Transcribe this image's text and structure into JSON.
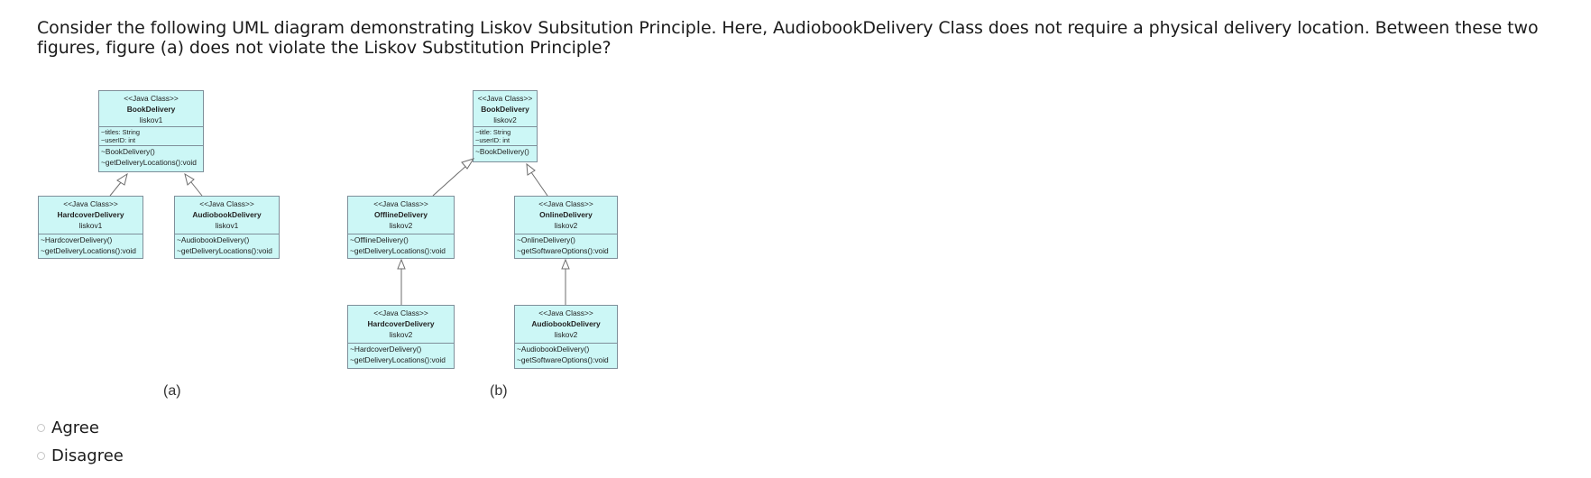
{
  "question": "Consider the following UML diagram demonstrating Liskov Subsitution Principle. Here, AudiobookDelivery Class does not require a physical delivery location. Between these two figures, figure (a) does not violate the Liskov Substitution Principle?",
  "figures": {
    "a": {
      "label": "(a)",
      "book": {
        "stereotype": "<<Java Class>>",
        "name": "BookDelivery",
        "package": "liskov1",
        "attributes": [
          "~titles: String",
          "~userID: int"
        ],
        "operations": [
          "~BookDelivery()",
          "~getDeliveryLocations():void"
        ]
      },
      "hardcover": {
        "stereotype": "<<Java Class>>",
        "name": "HardcoverDelivery",
        "package": "liskov1",
        "operations": [
          "~HardcoverDelivery()",
          "~getDeliveryLocations():void"
        ]
      },
      "audiobook": {
        "stereotype": "<<Java Class>>",
        "name": "AudiobookDelivery",
        "package": "liskov1",
        "operations": [
          "~AudiobookDelivery()",
          "~getDeliveryLocations():void"
        ]
      }
    },
    "b": {
      "label": "(b)",
      "book": {
        "stereotype": "<<Java Class>>",
        "name": "BookDelivery",
        "package": "liskov2",
        "attributes": [
          "~title: String",
          "~userID: int"
        ],
        "operations": [
          "~BookDelivery()"
        ]
      },
      "offline": {
        "stereotype": "<<Java Class>>",
        "name": "OfflineDelivery",
        "package": "liskov2",
        "operations": [
          "~OfflineDelivery()",
          "~getDeliveryLocations():void"
        ]
      },
      "online": {
        "stereotype": "<<Java Class>>",
        "name": "OnlineDelivery",
        "package": "liskov2",
        "operations": [
          "~OnlineDelivery()",
          "~getSoftwareOptions():void"
        ]
      },
      "hardcover": {
        "stereotype": "<<Java Class>>",
        "name": "HardcoverDelivery",
        "package": "liskov2",
        "operations": [
          "~HardcoverDelivery()",
          "~getDeliveryLocations():void"
        ]
      },
      "audiobook": {
        "stereotype": "<<Java Class>>",
        "name": "AudiobookDelivery",
        "package": "liskov2",
        "operations": [
          "~AudiobookDelivery()",
          "~getSoftwareOptions():void"
        ]
      }
    }
  },
  "options": [
    {
      "label": "Agree",
      "selected": false
    },
    {
      "label": "Disagree",
      "selected": false
    }
  ]
}
